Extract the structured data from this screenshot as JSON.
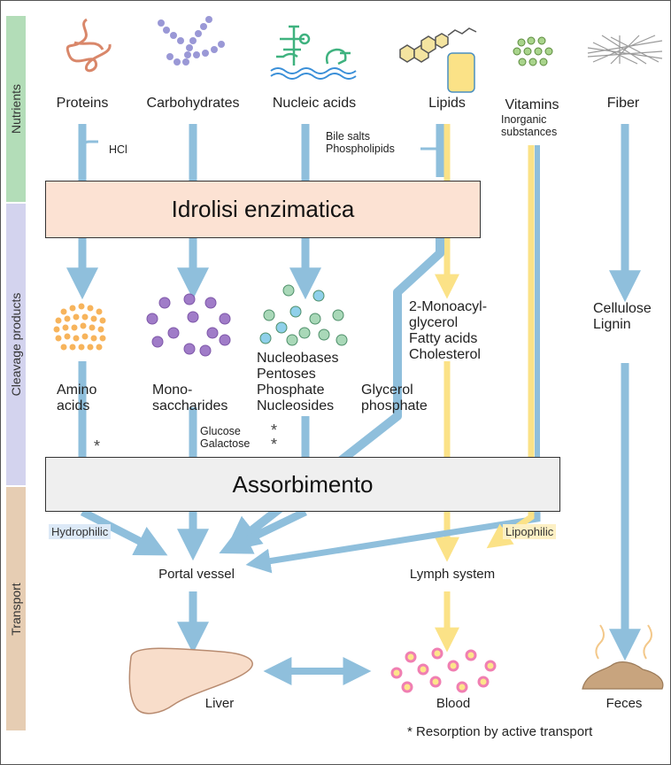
{
  "bands": {
    "nutrients": "Nutrients",
    "cleavage": "Cleavage products",
    "transport": "Transport"
  },
  "nutrients": {
    "proteins": "Proteins",
    "carbohydrates": "Carbohydrates",
    "nucleic_acids": "Nucleic acids",
    "lipids": "Lipids",
    "vitamins": "Vitamins",
    "inorganic": [
      "Inorganic",
      "substances"
    ],
    "fiber": "Fiber"
  },
  "agents": {
    "hcl": "HCl",
    "bile": [
      "Bile salts",
      "Phospholipids"
    ]
  },
  "boxes": {
    "hydrolysis": "Idrolisi enzimatica",
    "absorption": "Assorbimento"
  },
  "products": {
    "amino": [
      "Amino",
      "acids"
    ],
    "mono": [
      "Mono-",
      "saccharides"
    ],
    "nucleo": [
      "Nucleobases",
      "Pentoses",
      "Phosphate",
      "Nucleosides"
    ],
    "glycerol": [
      "Glycerol",
      "phosphate"
    ],
    "lipid_products": [
      "2-Monoacyl-",
      "glycerol",
      "Fatty acids",
      "Cholesterol"
    ],
    "cellulose": [
      "Cellulose",
      "Lignin"
    ],
    "sugars": [
      "Glucose",
      "Galactose"
    ]
  },
  "transport": {
    "hydrophilic": "Hydrophilic",
    "lipophilic": "Lipophilic",
    "portal": "Portal vessel",
    "lymph": "Lymph system",
    "liver": "Liver",
    "blood": "Blood",
    "feces": "Feces"
  },
  "footnote": {
    "star": "*",
    "text": "Resorption by active transport"
  },
  "colors": {
    "blue_arrow": "#8fbfdc",
    "yellow_arrow": "#fbe287",
    "nutrients_band": "#b3ddb8",
    "cleavage_band": "#d3d3ee",
    "transport_band": "#e6cdb3",
    "hydrolysis_box": "#fce2d3",
    "absorption_box": "#efefef",
    "amino_dots": "#f7b45c",
    "mono_dots": "#a07cc8",
    "blood_dots": "#f07fb2"
  }
}
